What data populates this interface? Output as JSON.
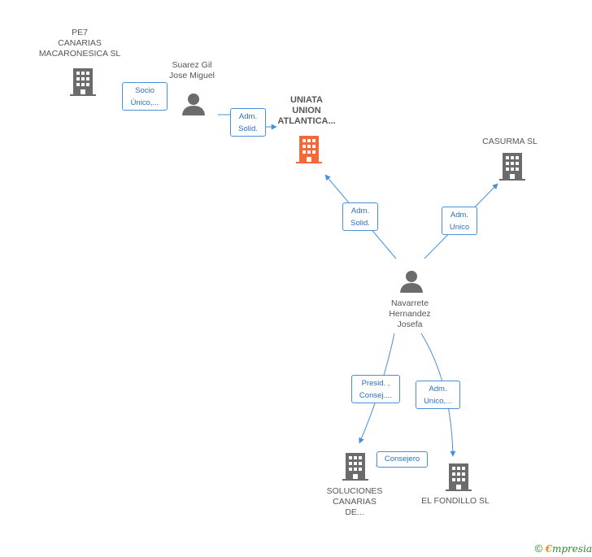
{
  "nodes": {
    "pe7": {
      "lines": [
        "PE7",
        "CANARIAS",
        "MACARONESICA SL"
      ],
      "kind": "company"
    },
    "suarez": {
      "lines": [
        "Suarez Gil",
        "Jose Miguel"
      ],
      "kind": "person"
    },
    "uniata": {
      "lines": [
        "UNIATA",
        "UNION",
        "ATLANTICA..."
      ],
      "kind": "company",
      "highlight_color": "#f26a3a"
    },
    "casurma": {
      "lines": [
        "CASURMA  SL"
      ],
      "kind": "company"
    },
    "navarrete": {
      "lines": [
        "Navarrete",
        "Hernandez",
        "Josefa"
      ],
      "kind": "person"
    },
    "soluciones": {
      "lines": [
        "SOLUCIONES",
        "CANARIAS",
        "DE..."
      ],
      "kind": "company"
    },
    "fondillo": {
      "lines": [
        "EL FONDILLO SL"
      ],
      "kind": "company"
    }
  },
  "edges": {
    "socio": {
      "lines": [
        "Socio",
        "Único,..."
      ]
    },
    "adm_solid_1": {
      "lines": [
        "Adm.",
        "Solid."
      ]
    },
    "adm_solid_2": {
      "lines": [
        "Adm.",
        "Solid."
      ]
    },
    "adm_unico_1": {
      "lines": [
        "Adm.",
        "Unico"
      ]
    },
    "presid": {
      "lines": [
        "Presid. ,",
        "Consej...."
      ]
    },
    "adm_unico_2": {
      "lines": [
        "Adm.",
        "Unico,..."
      ]
    },
    "consejero": {
      "lines": [
        "Consejero"
      ]
    }
  },
  "colors": {
    "icon_gray": "#6b6b6b",
    "highlight": "#f26a3a",
    "edge_blue": "#4a8fd8",
    "edge_text": "#2a6fbf"
  },
  "footer": {
    "copyright": "©",
    "brand_e": "€",
    "brand_rest": "mpresia"
  }
}
